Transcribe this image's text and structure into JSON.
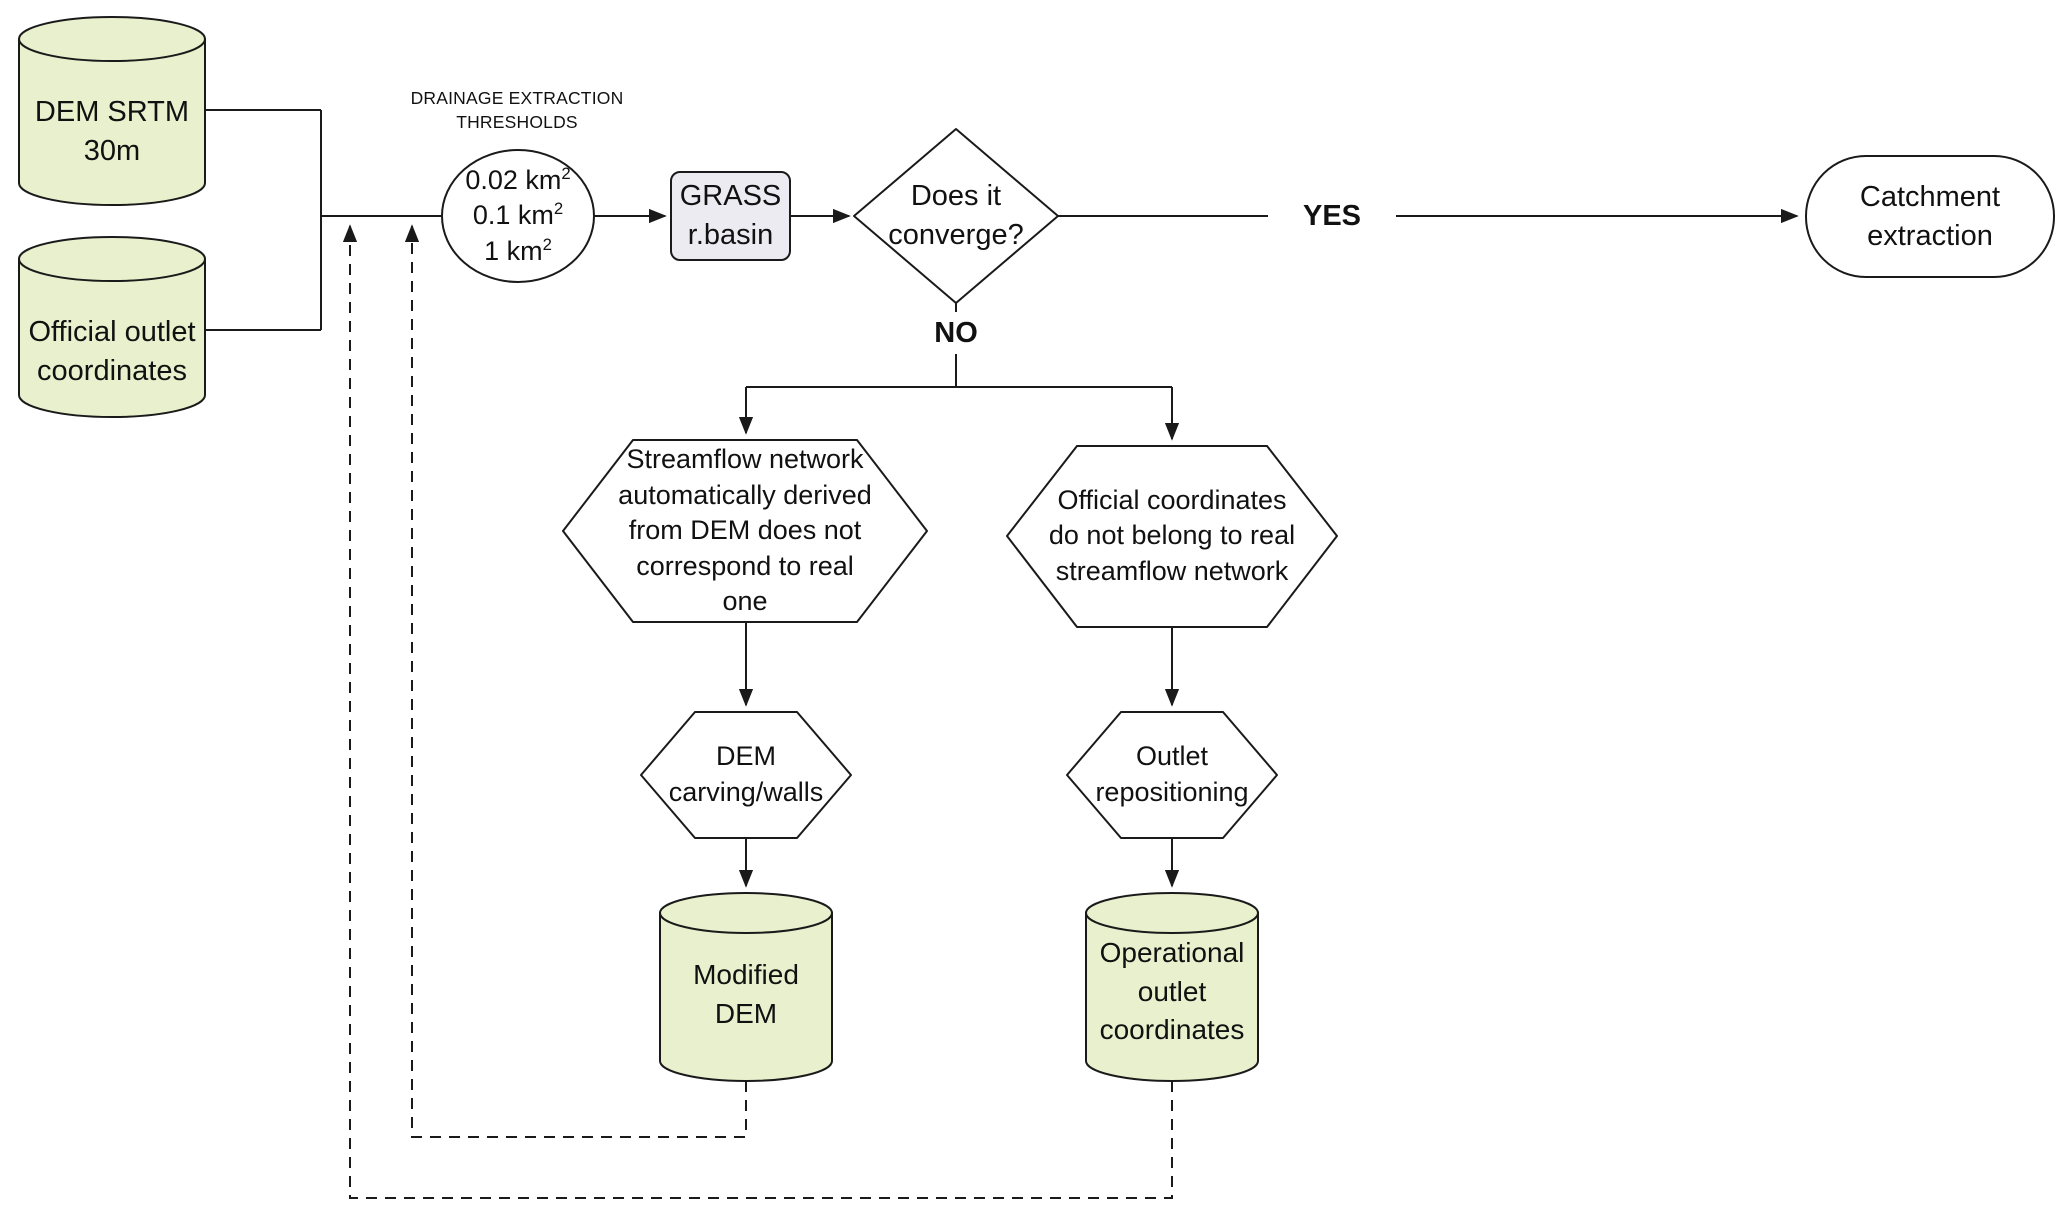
{
  "colors": {
    "datastore_fill": "#e9f0cd",
    "process_fill": "#edebf2",
    "stroke": "#1a1a1a",
    "background": "#ffffff"
  },
  "flow": {
    "yes_label": "YES",
    "no_label": "NO"
  },
  "nodes": {
    "dem_srtm": {
      "lines": [
        "DEM SRTM",
        "30m"
      ]
    },
    "official_outlet": {
      "lines": [
        "Official outlet",
        "coordinates"
      ]
    },
    "thresholds": {
      "caption_lines": [
        "DRAINAGE EXTRACTION",
        "THRESHOLDS"
      ],
      "values": [
        {
          "base": "0.02 km",
          "exp": "2"
        },
        {
          "base": "0.1 km",
          "exp": "2"
        },
        {
          "base": "1 km",
          "exp": "2"
        }
      ]
    },
    "grass": {
      "lines": [
        "GRASS",
        "r.basin"
      ]
    },
    "decision": {
      "lines": [
        "Does it",
        "converge?"
      ]
    },
    "catchment": {
      "lines": [
        "Catchment",
        "extraction"
      ]
    },
    "streamflow_issue": {
      "lines": [
        "Streamflow network",
        "automatically derived",
        "from DEM does not",
        "correspond to real",
        "one"
      ]
    },
    "coords_issue": {
      "lines": [
        "Official coordinates",
        "do not belong to real",
        "streamflow network"
      ]
    },
    "dem_carving": {
      "lines": [
        "DEM",
        "carving/walls"
      ]
    },
    "outlet_repositioning": {
      "lines": [
        "Outlet",
        "repositioning"
      ]
    },
    "modified_dem": {
      "lines": [
        "Modified",
        "DEM"
      ]
    },
    "operational_outlet": {
      "lines": [
        "Operational",
        "outlet",
        "coordinates"
      ]
    }
  }
}
